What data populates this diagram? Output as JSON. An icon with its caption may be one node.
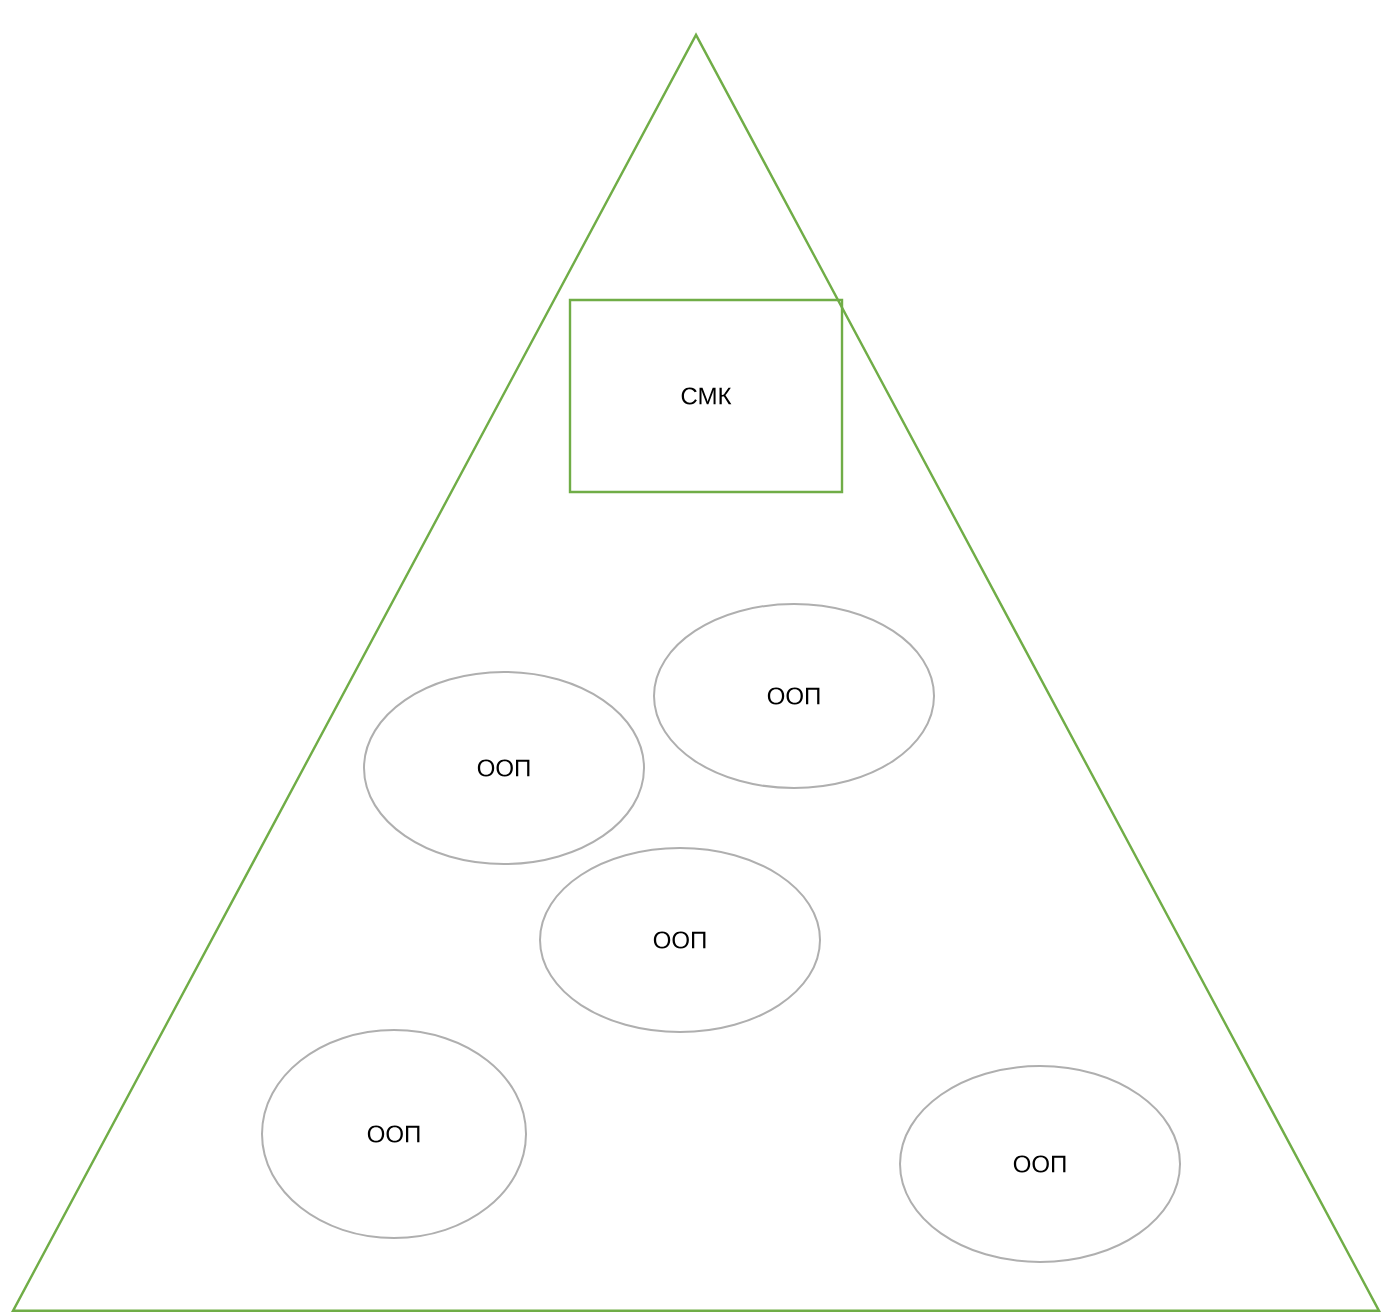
{
  "diagram": {
    "nodes": [
      {
        "text": [],
        "shape": "triangle"
      },
      {
        "text": [
          "СМК"
        ],
        "in": 0
      },
      {
        "text": [
          "ООП"
        ],
        "in": 0
      },
      {
        "text": [
          "ООП"
        ],
        "in": 0
      },
      {
        "text": [
          "ООП"
        ],
        "in": 0
      },
      {
        "text": [
          "ООП"
        ],
        "in": 0
      },
      {
        "text": [
          "ООП"
        ],
        "in": 0
      }
    ]
  }
}
